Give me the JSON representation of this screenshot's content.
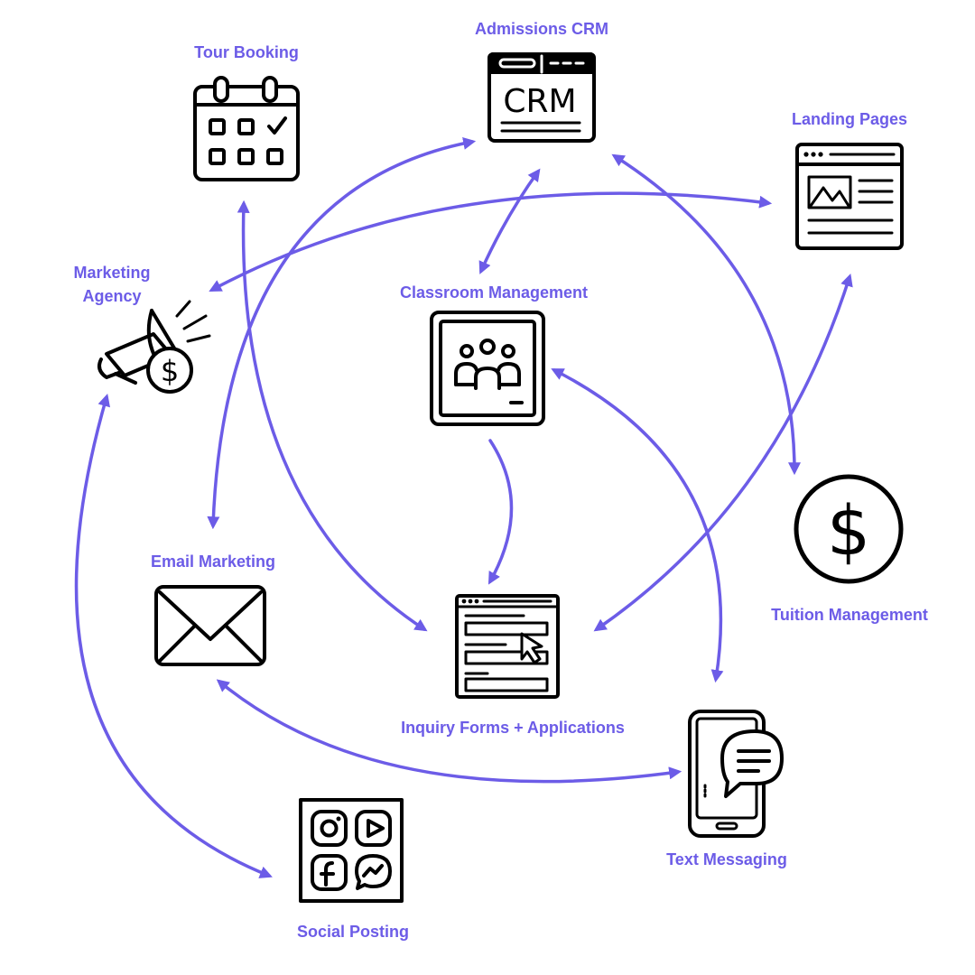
{
  "colors": {
    "accent": "#6c5ce7",
    "icon": "#000000",
    "background": "#ffffff"
  },
  "nodes": [
    {
      "id": "admissions-crm",
      "label": "Admissions CRM",
      "icon": "crm-window-icon",
      "icon_text": "CRM"
    },
    {
      "id": "tour-booking",
      "label": "Tour Booking",
      "icon": "calendar-icon"
    },
    {
      "id": "landing-pages",
      "label": "Landing Pages",
      "icon": "webpage-icon"
    },
    {
      "id": "marketing-agency",
      "label_lines": [
        "Marketing",
        "Agency"
      ],
      "icon": "megaphone-dollar-icon"
    },
    {
      "id": "classroom-management",
      "label": "Classroom Management",
      "icon": "classroom-screen-icon"
    },
    {
      "id": "tuition-management",
      "label": "Tuition Management",
      "icon": "dollar-coin-icon"
    },
    {
      "id": "email-marketing",
      "label": "Email Marketing",
      "icon": "envelope-icon"
    },
    {
      "id": "inquiry-forms",
      "label": "Inquiry Forms + Applications",
      "icon": "web-form-icon"
    },
    {
      "id": "text-messaging",
      "label": "Text Messaging",
      "icon": "phone-chat-icon"
    },
    {
      "id": "social-posting",
      "label": "Social Posting",
      "icon": "social-apps-icon"
    }
  ],
  "connections": [
    {
      "from": "admissions-crm",
      "to": "email-marketing",
      "arrows": "both"
    },
    {
      "from": "admissions-crm",
      "to": "classroom-management",
      "arrows": "both"
    },
    {
      "from": "admissions-crm",
      "to": "tuition-management",
      "arrows": "both"
    },
    {
      "from": "landing-pages",
      "to": "marketing-agency",
      "arrows": "both"
    },
    {
      "from": "landing-pages",
      "to": "inquiry-forms",
      "arrows": "both"
    },
    {
      "from": "tour-booking",
      "to": "inquiry-forms",
      "arrows": "both"
    },
    {
      "from": "classroom-management",
      "to": "inquiry-forms",
      "arrows": "end"
    },
    {
      "from": "classroom-management",
      "to": "text-messaging",
      "arrows": "both"
    },
    {
      "from": "email-marketing",
      "to": "text-messaging",
      "arrows": "both"
    },
    {
      "from": "marketing-agency",
      "to": "social-posting",
      "arrows": "both"
    }
  ]
}
